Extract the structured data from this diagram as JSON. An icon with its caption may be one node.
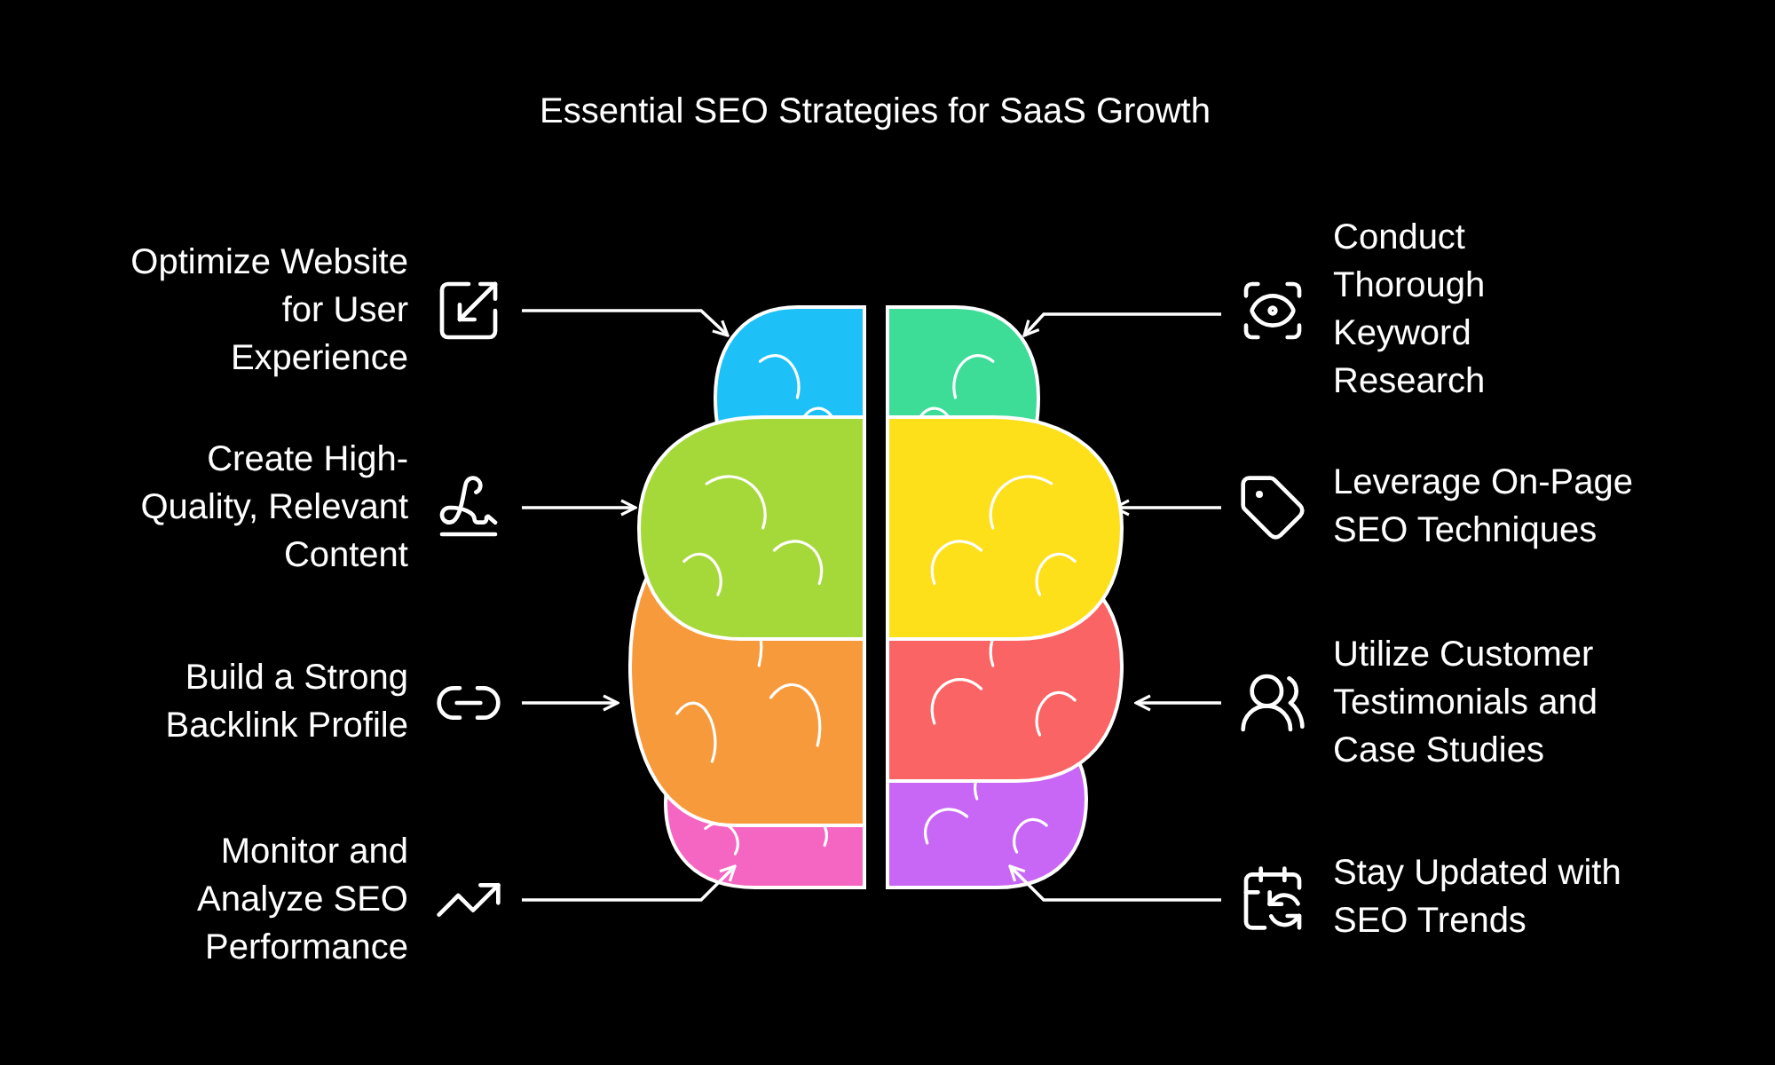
{
  "diagram": {
    "title": "Essential SEO Strategies for SaaS Growth",
    "nodes": [
      {
        "text": [
          "Optimize Website for User Experience"
        ]
      },
      {
        "text": [
          "Create High-Quality, Relevant Content"
        ]
      },
      {
        "text": [
          "Build a Strong Backlink Profile"
        ]
      },
      {
        "text": [
          "Monitor and Analyze SEO Performance"
        ]
      },
      {
        "text": [
          "Conduct Thorough Keyword Research"
        ]
      },
      {
        "text": [
          "Leverage On-Page SEO Techniques"
        ]
      },
      {
        "text": [
          "Utilize Customer Testimonials and Case Studies"
        ]
      },
      {
        "text": [
          "Stay Updated with SEO Trends"
        ]
      },
      {
        "text": [],
        "shape": "lobe"
      },
      {
        "text": [],
        "shape": "lobe"
      },
      {
        "text": [],
        "shape": "lobe"
      },
      {
        "text": [],
        "shape": "lobe"
      },
      {
        "text": [],
        "shape": "lobe"
      },
      {
        "text": [],
        "shape": "lobe"
      },
      {
        "text": [],
        "shape": "lobe"
      },
      {
        "text": [],
        "shape": "lobe"
      }
    ],
    "edges": [
      {
        "from": 0,
        "to": 8,
        "arrow": "to"
      },
      {
        "from": 1,
        "to": 9,
        "arrow": "to"
      },
      {
        "from": 2,
        "to": 10,
        "arrow": "to"
      },
      {
        "from": 3,
        "to": 11,
        "arrow": "to"
      },
      {
        "from": 4,
        "to": 12,
        "arrow": "to"
      },
      {
        "from": 5,
        "to": 13,
        "arrow": "to"
      },
      {
        "from": 6,
        "to": 14,
        "arrow": "to"
      },
      {
        "from": 7,
        "to": 15,
        "arrow": "to"
      }
    ]
  }
}
